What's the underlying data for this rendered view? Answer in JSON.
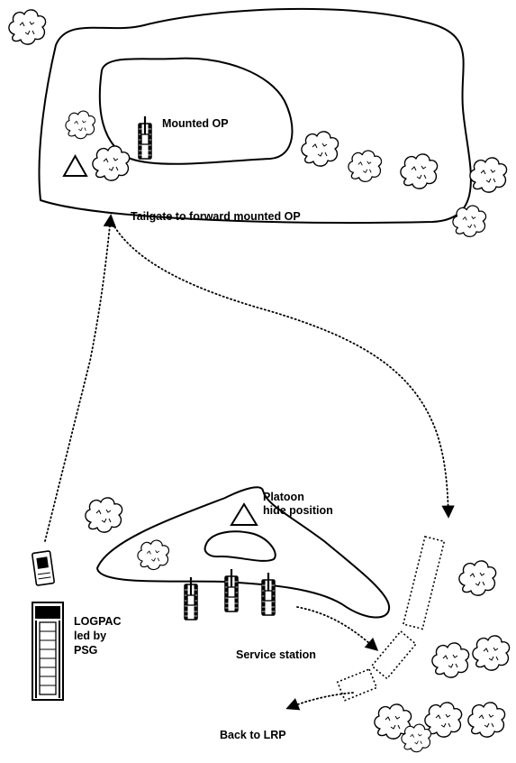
{
  "labels": {
    "mounted_op": "Mounted OP",
    "tailgate": "Tailgate to forward mounted OP",
    "platoon_line1": "Platoon",
    "platoon_line2": "hide position",
    "logpac_line1": "LOGPAC",
    "logpac_line2": "led by",
    "logpac_line3": "PSG",
    "service_station": "Service station",
    "back_to_lrp": "Back to LRP"
  },
  "icons": {
    "landmark": "triangle-icon",
    "vegetation": "tree-icon",
    "vehicle": "tank-icon",
    "truck": "truck-icon"
  },
  "colors": {
    "ink": "#000000",
    "paper": "#ffffff"
  }
}
